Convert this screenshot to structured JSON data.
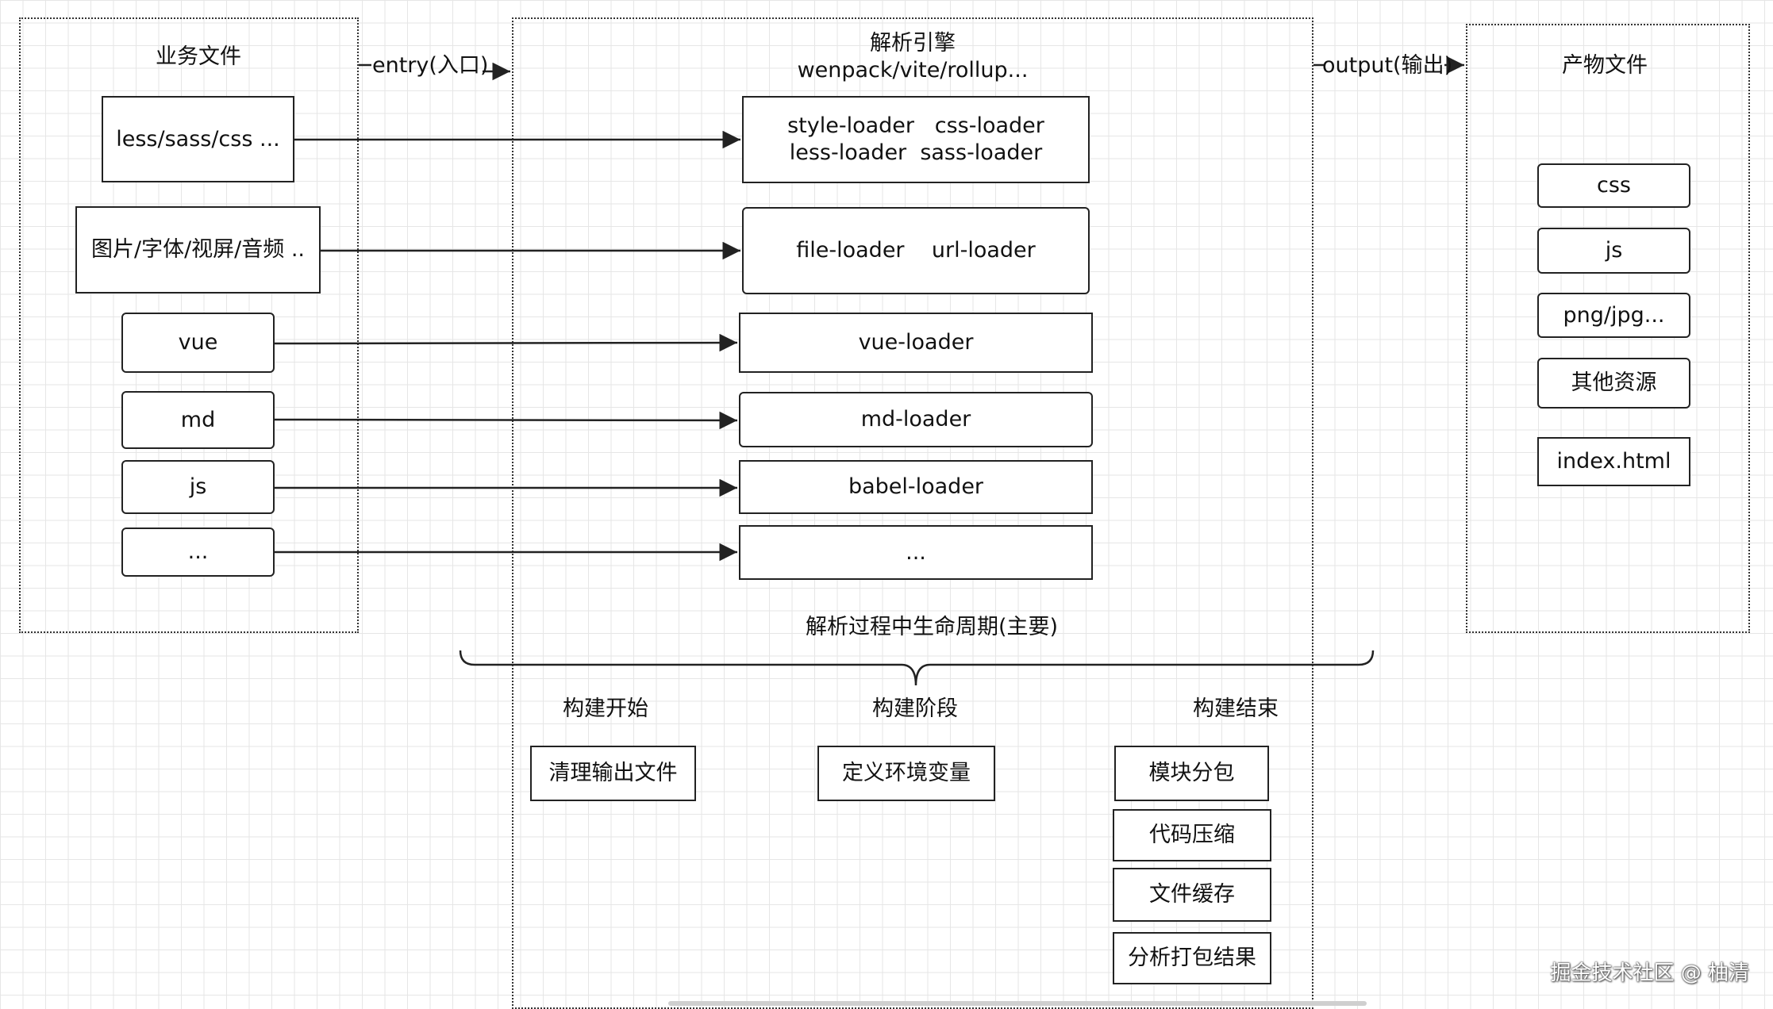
{
  "regions": {
    "business_files": {
      "title": "业务文件"
    },
    "engine": {
      "title": "解析引擎",
      "subtitle": "wenpack/vite/rollup..."
    },
    "artifact_files": {
      "title": "产物文件"
    }
  },
  "arrows": {
    "entry": "entry(入口)",
    "output": "output(输出)"
  },
  "source_files": [
    "less/sass/css ...",
    "图片/字体/视屏/音频 ..",
    "vue",
    "md",
    "js",
    "..."
  ],
  "loaders": [
    "style-loader   css-loader\nless-loader  sass-loader",
    "file-loader    url-loader",
    "vue-loader",
    "md-loader",
    "babel-loader",
    "..."
  ],
  "outputs": [
    "css",
    "js",
    "png/jpg...",
    "其他资源",
    "index.html"
  ],
  "lifecycle": {
    "title": "解析过程中生命周期(主要)",
    "stages": [
      {
        "label": "构建开始",
        "items": [
          "清理输出文件"
        ]
      },
      {
        "label": "构建阶段",
        "items": [
          "定义环境变量"
        ]
      },
      {
        "label": "构建结束",
        "items": [
          "模块分包",
          "代码压缩",
          "文件缓存",
          "分析打包结果"
        ]
      }
    ]
  },
  "watermark": "掘金技术社区 @ 柚清"
}
